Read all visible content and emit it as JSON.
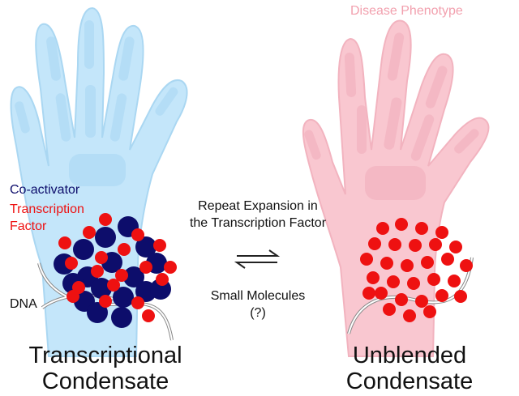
{
  "title": "Disease Phenotype",
  "left": {
    "coactivator_label": "Co-activator",
    "tf_label_line1": "Transcription",
    "tf_label_line2": "Factor",
    "dna_label": "DNA",
    "caption_line1": "Transcriptional",
    "caption_line2": "Condensate"
  },
  "middle": {
    "top_line1": "Repeat Expansion in",
    "top_line2": "the Transcription Factor",
    "bottom_line1": "Small Molecules",
    "bottom_line2": "(?)"
  },
  "right": {
    "caption_line1": "Unblended",
    "caption_line2": "Condensate"
  },
  "colors": {
    "coactivator": "#0d0d6b",
    "transcription_factor": "#ee1111",
    "healthy_hand": "#c4e6fa",
    "disease_hand": "#f9c7d0",
    "title": "#f2a0ae"
  },
  "icons": [
    "healthy-hand-icon",
    "disease-hand-icon",
    "equilibrium-arrows-icon",
    "dna-strand-icon"
  ]
}
